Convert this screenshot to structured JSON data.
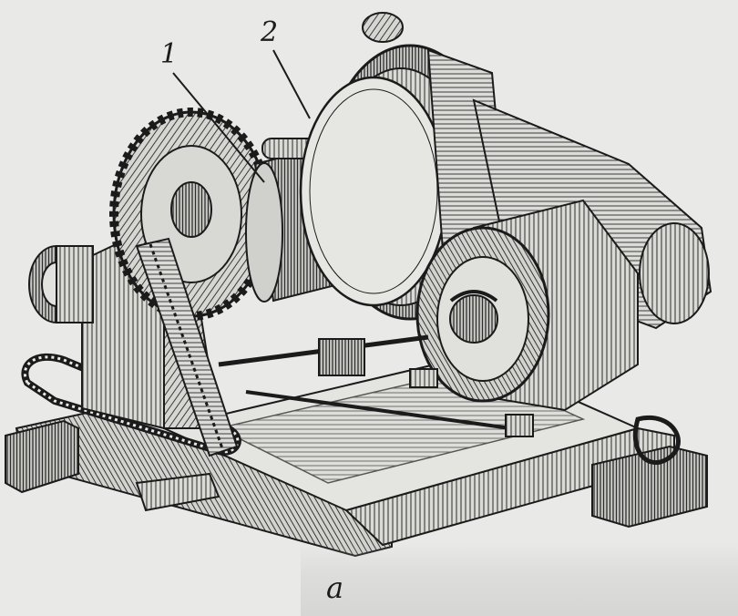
{
  "figure": {
    "callouts": [
      {
        "id": "1",
        "text": "1"
      },
      {
        "id": "2",
        "text": "2"
      }
    ],
    "caption": "а"
  },
  "colors": {
    "background": "#e9e9e7",
    "ink": "#1b1b1b",
    "hatch_light": "#cfcfcc",
    "hatch_dark": "#4a4a48"
  }
}
